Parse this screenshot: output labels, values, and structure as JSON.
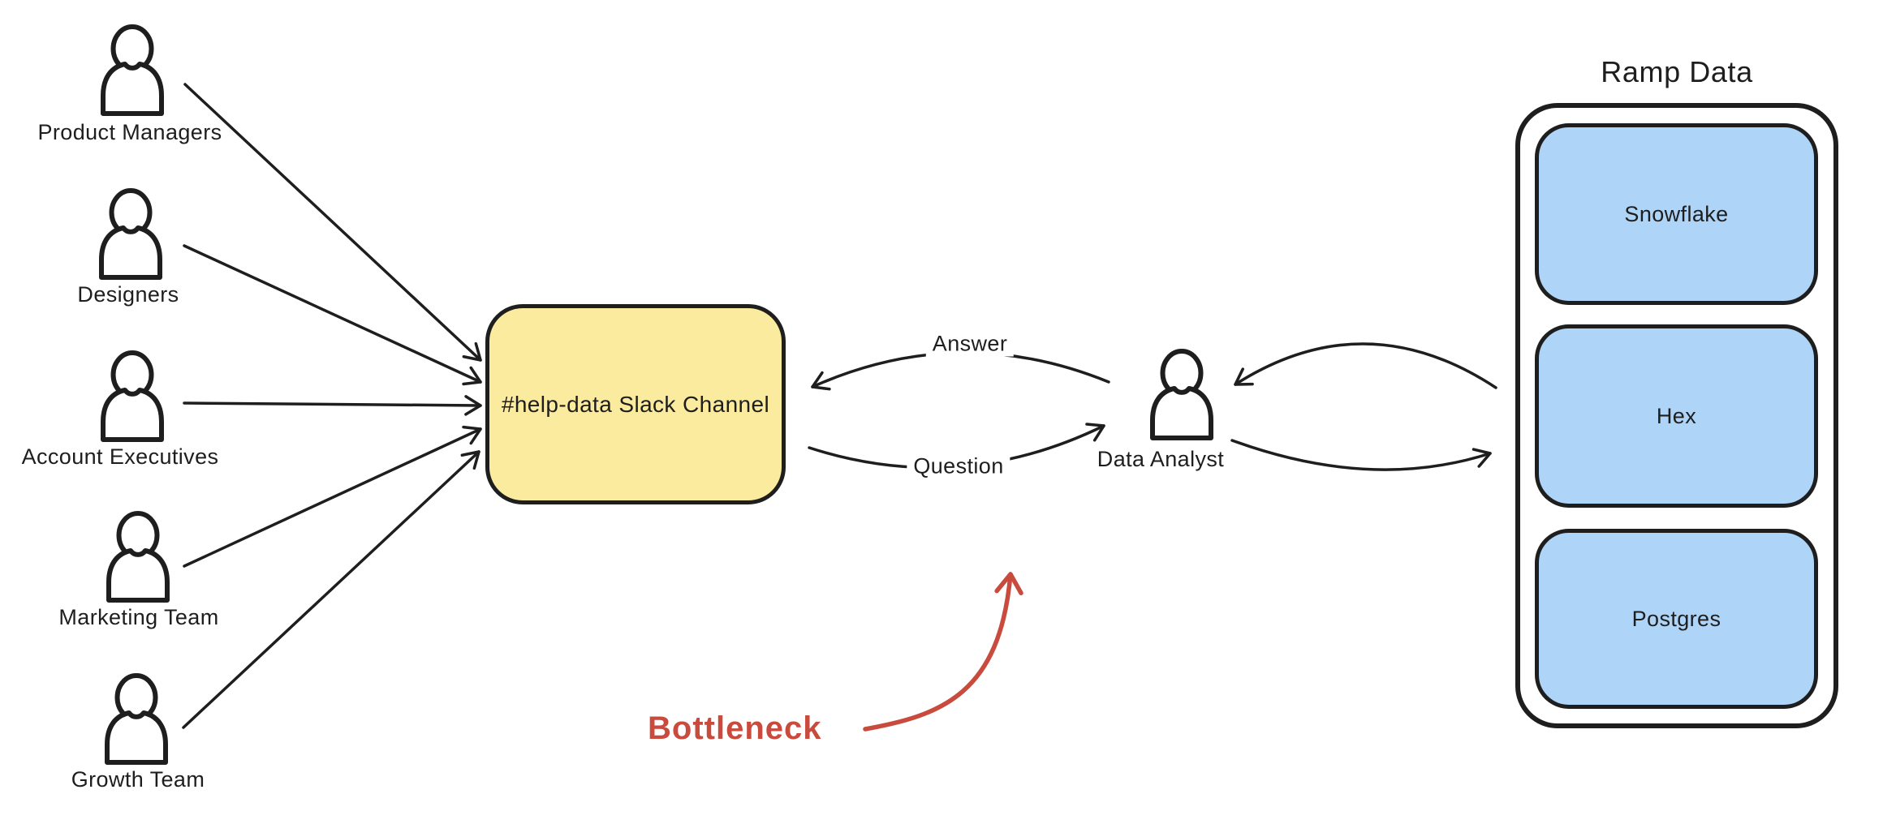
{
  "people": [
    {
      "label": "Product Managers"
    },
    {
      "label": "Designers"
    },
    {
      "label": "Account Executives"
    },
    {
      "label": "Marketing Team"
    },
    {
      "label": "Growth Team"
    }
  ],
  "slack_channel": {
    "label": "#help-data Slack Channel"
  },
  "analyst": {
    "label": "Data Analyst"
  },
  "flow_labels": {
    "answer": "Answer",
    "question": "Question"
  },
  "annotation": {
    "label": "Bottleneck"
  },
  "ramp_data": {
    "title": "Ramp Data",
    "systems": [
      {
        "label": "Snowflake"
      },
      {
        "label": "Hex"
      },
      {
        "label": "Postgres"
      }
    ]
  },
  "colors": {
    "stroke": "#1e1e1e",
    "slack_box_fill": "#fbeb9f",
    "system_box_fill": "#aed4f8",
    "annotation_red": "#c84b3e",
    "background": "#ffffff"
  }
}
